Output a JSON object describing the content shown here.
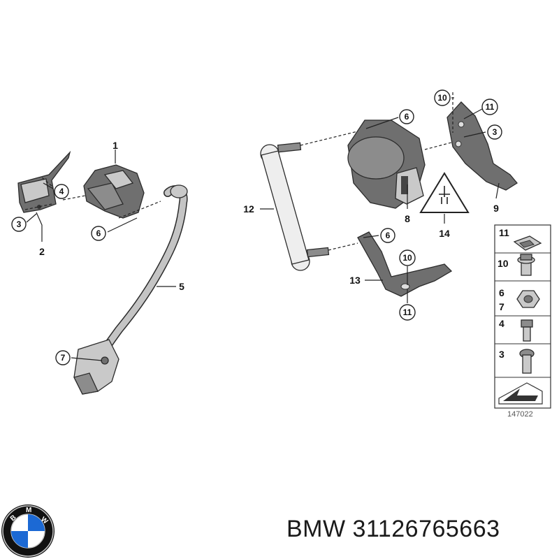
{
  "diagram": {
    "callouts": [
      {
        "id": "c1",
        "label": "1"
      },
      {
        "id": "c2",
        "label": "2"
      },
      {
        "id": "c3a",
        "label": "3"
      },
      {
        "id": "c4",
        "label": "4"
      },
      {
        "id": "c5",
        "label": "5"
      },
      {
        "id": "c6a",
        "label": "6"
      },
      {
        "id": "c7",
        "label": "7"
      },
      {
        "id": "c6b",
        "label": "6"
      },
      {
        "id": "c8",
        "label": "8"
      },
      {
        "id": "c12",
        "label": "12"
      },
      {
        "id": "c6c",
        "label": "6"
      },
      {
        "id": "c13",
        "label": "13"
      },
      {
        "id": "c10a",
        "label": "10"
      },
      {
        "id": "c11a",
        "label": "11"
      },
      {
        "id": "c10b",
        "label": "10"
      },
      {
        "id": "c11b",
        "label": "11"
      },
      {
        "id": "c3b",
        "label": "3"
      },
      {
        "id": "c9",
        "label": "9"
      },
      {
        "id": "c14",
        "label": "14"
      }
    ],
    "legend": [
      {
        "labels": [
          "11"
        ],
        "icon": "clip-nut-icon"
      },
      {
        "labels": [
          "10"
        ],
        "icon": "flange-bolt-icon"
      },
      {
        "labels": [
          "6",
          "7"
        ],
        "icon": "hex-nut-icon"
      },
      {
        "labels": [
          "4"
        ],
        "icon": "hex-bolt-icon"
      },
      {
        "labels": [
          "3"
        ],
        "icon": "socket-screw-icon"
      }
    ],
    "diagram_code": "147022"
  },
  "footer": {
    "brand": "BMW",
    "part_number": "31126765663",
    "colors": {
      "bmw_blue": "#1c69d4",
      "bmw_ring": "#111111"
    }
  }
}
